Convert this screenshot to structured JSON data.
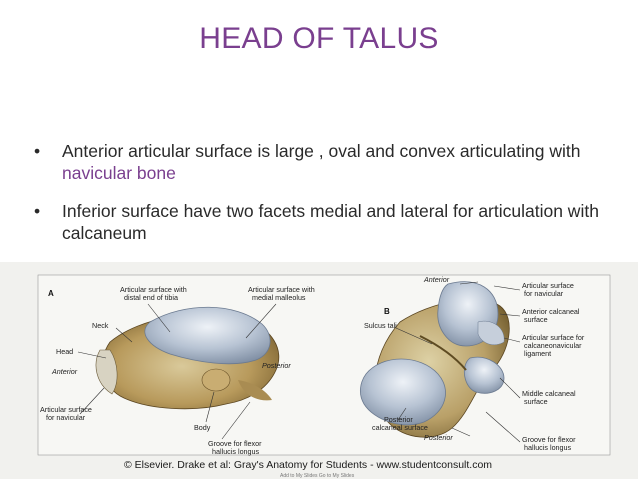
{
  "slide": {
    "title": "HEAD OF TALUS",
    "bullet1": {
      "text": "Anterior  articular  surface is large , oval and convex articulating with ",
      "highlight": "navicular bone"
    },
    "bullet2": {
      "text": "Inferior surface have two facets medial and lateral for articulation with  calcaneum"
    },
    "bullet_symbol": "•"
  },
  "figure": {
    "panel_a": "A",
    "panel_b": "B",
    "labels_a": {
      "artic_tibia": "Articular surface with",
      "artic_tibia2": "distal end of tibia",
      "artic_malleolus": "Articular surface with",
      "artic_malleolus2": "medial malleolus",
      "neck": "Neck",
      "head": "Head",
      "anterior": "Anterior",
      "posterior": "Posterior",
      "artic_navicular": "Articular surface",
      "artic_navicular2": "for navicular",
      "body": "Body",
      "groove": "Groove for flexor",
      "groove2": "hallucis longus"
    },
    "labels_b": {
      "anterior": "Anterior",
      "artic_navicular": "Articular surface",
      "artic_navicular2": "for navicular",
      "sulcus": "Sulcus tali",
      "ant_calc": "Anterior calcaneal",
      "ant_calc2": "surface",
      "calcnav": "Articular surface for",
      "calcnav2": "calcaneonavicular",
      "calcnav3": "ligament",
      "mid_calc": "Middle calcaneal",
      "mid_calc2": "surface",
      "post_calc": "Posterior",
      "post_calc2": "calcaneal surface",
      "posterior": "Posterior",
      "groove": "Groove for flexor",
      "groove2": "hallucis longus"
    },
    "credit": "© Elsevier. Drake et al: Gray's Anatomy for Students - www.studentconsult.com",
    "subcredit": "Add to My Slides   Go to My Slides"
  }
}
